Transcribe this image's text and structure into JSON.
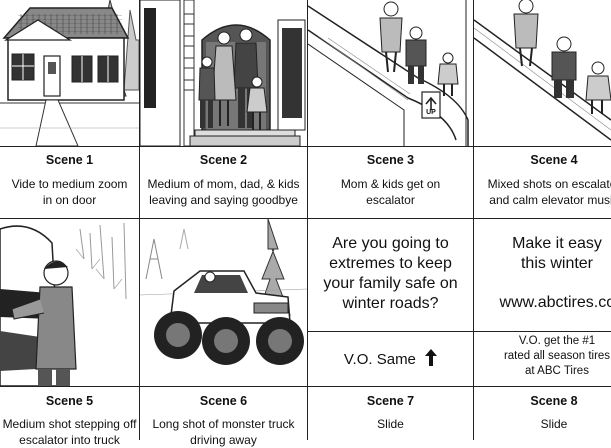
{
  "scenes": [
    {
      "title": "Scene 1",
      "desc": [
        "Vide to medium zoom",
        "in on door"
      ]
    },
    {
      "title": "Scene 2",
      "desc": [
        "Medium of mom, dad, & kids",
        "leaving and saying goodbye"
      ]
    },
    {
      "title": "Scene 3",
      "desc": [
        "Mom & kids get on",
        "escalator"
      ]
    },
    {
      "title": "Scene 4",
      "desc": [
        "Mixed shots on escalator",
        "and calm elevator music"
      ]
    },
    {
      "title": "Scene 5",
      "desc": [
        "Medium shot stepping off",
        "escalator into truck"
      ]
    },
    {
      "title": "Scene 6",
      "desc": [
        "Long shot of monster truck",
        "driving away"
      ]
    },
    {
      "title": "Scene 7",
      "desc": [
        "Slide"
      ]
    },
    {
      "title": "Scene 8",
      "desc": [
        "Slide"
      ]
    }
  ],
  "slide7": {
    "headline": [
      "Are you going to",
      "extremes to keep",
      "your family safe on",
      "winter roads?"
    ],
    "vo": "V.O. Same",
    "arrow_icon": "up-arrow"
  },
  "slide8": {
    "headline": [
      "Make it easy",
      "this winter"
    ],
    "url": "www.abctires.com",
    "vo": [
      "V.O. get the #1",
      "rated all season tires",
      "at ABC Tires"
    ]
  },
  "escalator_sign": "UP"
}
